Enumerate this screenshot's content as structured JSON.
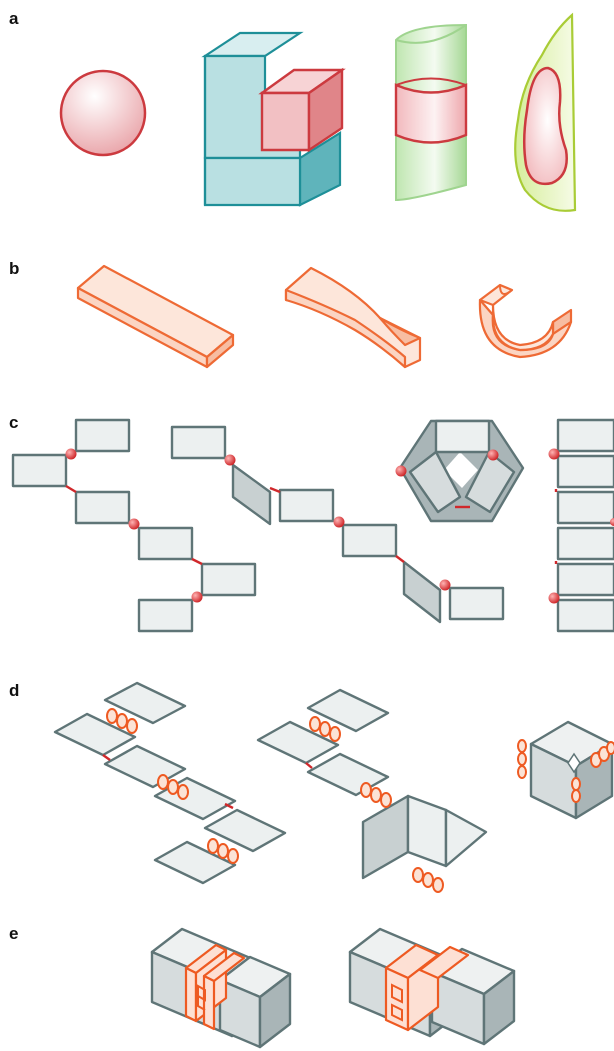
{
  "panels": [
    {
      "id": "a",
      "label": "a"
    },
    {
      "id": "b",
      "label": "b"
    },
    {
      "id": "c",
      "label": "c"
    },
    {
      "id": "d",
      "label": "d"
    },
    {
      "id": "e",
      "label": "e"
    }
  ],
  "colors": {
    "red_outline": "#cc3a3f",
    "teal": "#1e8f98",
    "green": "#9fd48f",
    "orange": "#ee6a35",
    "tile_stroke": "#5f7577",
    "tile_fill": "#ecf0f0",
    "joint_red": "#d0282b"
  }
}
